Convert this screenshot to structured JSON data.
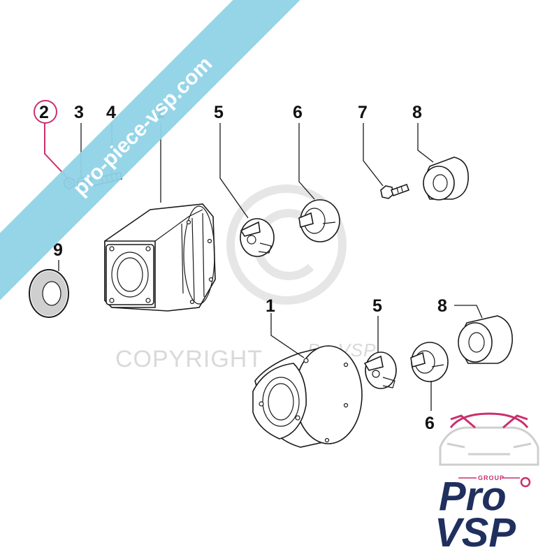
{
  "callouts": {
    "c1_top": "1",
    "c2": "2",
    "c3": "3",
    "c4": "4",
    "c5_top": "5",
    "c6_top": "6",
    "c7": "7",
    "c8_top": "8",
    "c9": "9",
    "c1_bottom": "1",
    "c5_bottom": "5",
    "c8_bottom": "8",
    "c6_bottom": "6"
  },
  "watermark": {
    "banner_text": "pro-piece-vsp.com",
    "copyright_text": "COPYRIGHT",
    "copyright_brand": "ProVSP"
  },
  "logo": {
    "group": "GROUP",
    "line1": "Pro",
    "line2": "VSP"
  },
  "colors": {
    "banner": "#8fd3e6",
    "highlight": "#c9306d",
    "logo_navy": "#1f2f5e",
    "logo_pink": "#c9306d"
  }
}
